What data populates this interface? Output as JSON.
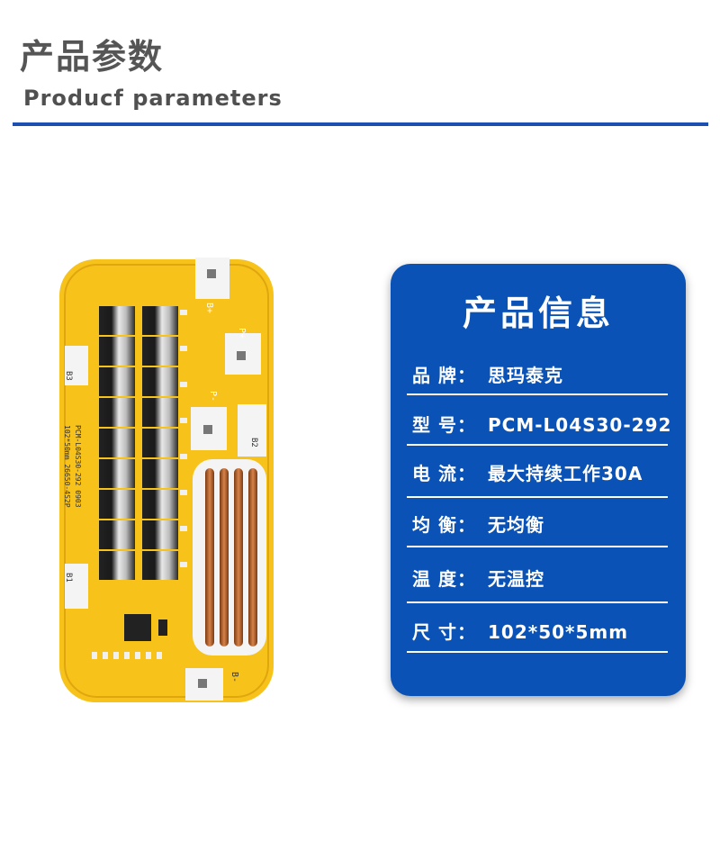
{
  "header": {
    "title_cn": "产品参数",
    "title_en": "Producf  parameters"
  },
  "colors": {
    "accent_blue": "#1c4fb0",
    "card_blue": "#0a52b5",
    "board_yellow": "#f7c21a"
  },
  "board": {
    "labels": {
      "b_plus": "B+",
      "p_plus": "P+",
      "p_minus": "P-",
      "b3": "B3",
      "b2": "B2",
      "b1": "B1",
      "b_minus": "B-",
      "silk_model": "PCM-L04S30-292 0903",
      "silk_size": "102*50mm  26650-4S2P"
    }
  },
  "info": {
    "title": "产品信息",
    "rows": [
      {
        "label": "品  牌：",
        "value": "思玛泰克"
      },
      {
        "label": "型  号：",
        "value": "PCM-L04S30-292"
      },
      {
        "label": "电  流：",
        "value": "最大持续工作30A"
      },
      {
        "label": "均  衡：",
        "value": "无均衡"
      },
      {
        "label": "温  度：",
        "value": "无温控"
      },
      {
        "label": "尺  寸：",
        "value": "102*50*5mm"
      }
    ]
  }
}
